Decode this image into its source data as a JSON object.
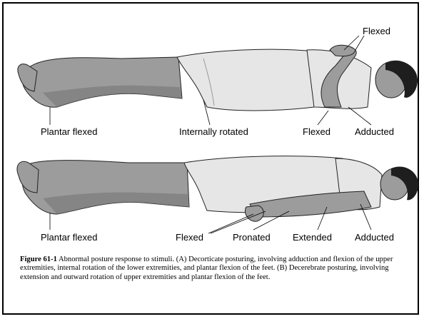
{
  "figure_a": {
    "labels": {
      "flexed_top": "Flexed",
      "plantar_flexed": "Plantar flexed",
      "internally_rotated": "Internally rotated",
      "flexed": "Flexed",
      "adducted": "Adducted"
    }
  },
  "figure_b": {
    "labels": {
      "plantar_flexed": "Plantar flexed",
      "flexed": "Flexed",
      "pronated": "Pronated",
      "extended": "Extended",
      "adducted": "Adducted"
    }
  },
  "caption": {
    "number": "Figure 61-1",
    "text": "Abnormal posture response to stimuli. (A) Decorticate posturing, involving adduction and flexion of the upper extremities, internal rotation of the lower extremities, and plantar flexion of the feet. (B) Decerebrate posturing, involving extension and outward rotation of upper extremities and plantar flexion of the feet."
  },
  "colors": {
    "skin": "#9c9c9c",
    "skin_shadow": "#7c7c7c",
    "sheet": "#e6e6e6",
    "hair": "#1e1e1e"
  }
}
